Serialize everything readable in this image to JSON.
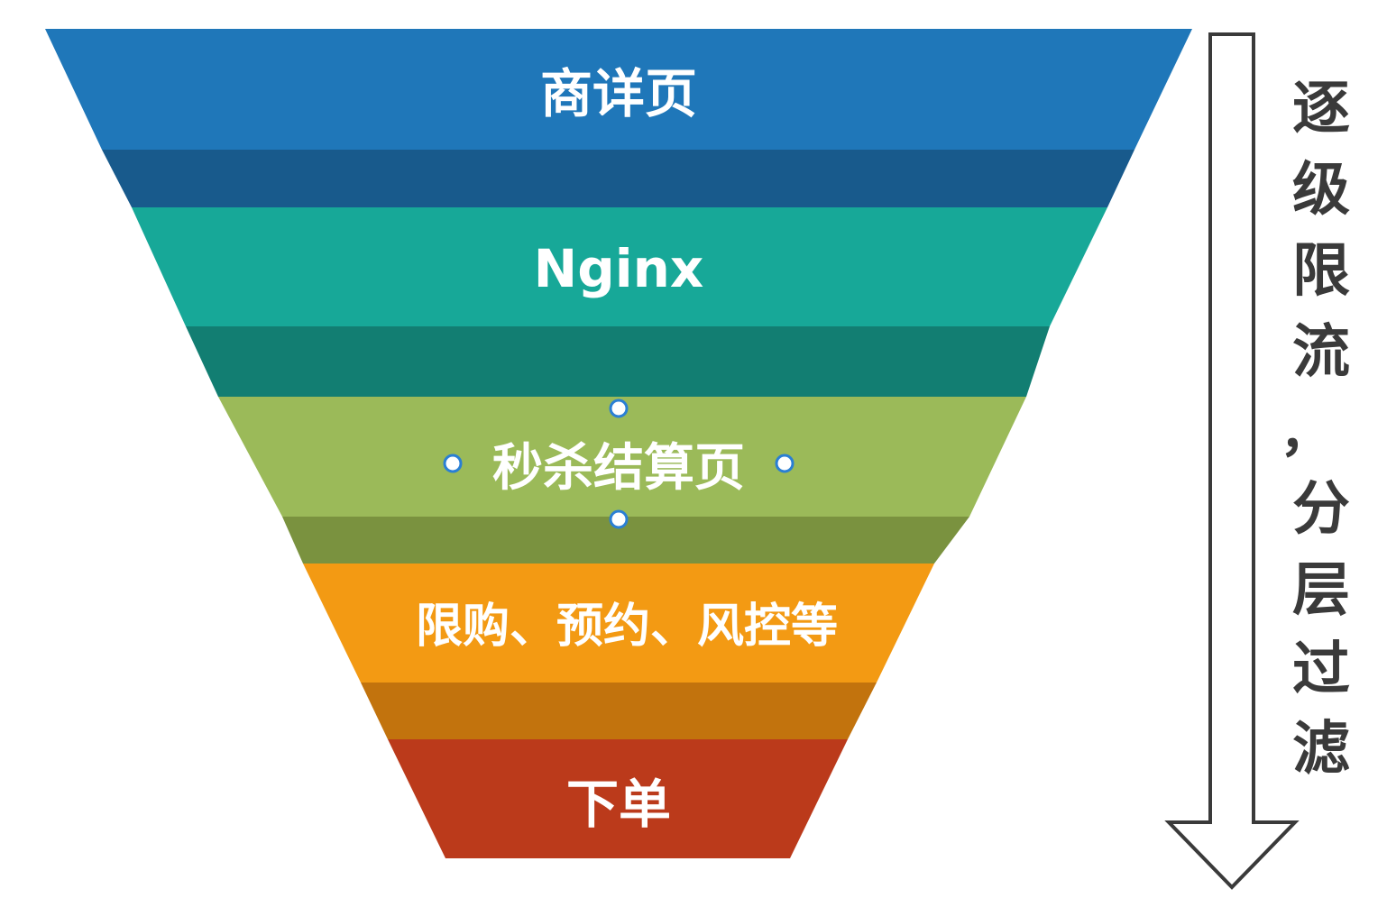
{
  "funnel": {
    "layers": [
      {
        "label": "商详页",
        "color": "#1f77b9",
        "shade": "#185a8c"
      },
      {
        "label": "Nginx",
        "color": "#17a898",
        "shade": "#127e72"
      },
      {
        "label": "秒杀结算页",
        "color": "#9bba59",
        "shade": "#7a923f"
      },
      {
        "label": "限购、预约、风控等",
        "color": "#f39a13",
        "shade": "#c2730d"
      },
      {
        "label": "下单",
        "color": "#bb3a1b"
      }
    ],
    "selected_index": 2
  },
  "side_arrow": {
    "label_chars": [
      "逐",
      "级",
      "限",
      "流",
      "，",
      "分",
      "层",
      "过",
      "滤"
    ],
    "label_color": "#3a3a3a",
    "stroke_color": "#3a3a3a"
  }
}
